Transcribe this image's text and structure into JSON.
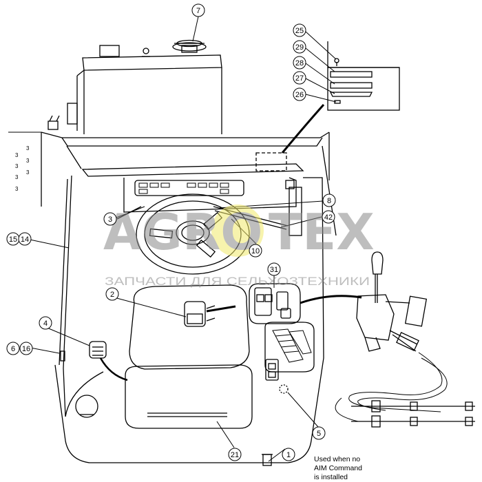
{
  "watermark": {
    "brand_left": "AGRO",
    "brand_right": "TEX",
    "tagline": "ЗАПЧАСТИ ДЛЯ СЕЛЬХОЗТЕХНИКИ"
  },
  "callouts": [
    {
      "key": "c7",
      "label": "7"
    },
    {
      "key": "c25",
      "label": "25"
    },
    {
      "key": "c29",
      "label": "29"
    },
    {
      "key": "c28",
      "label": "28"
    },
    {
      "key": "c27",
      "label": "27"
    },
    {
      "key": "c26",
      "label": "26"
    },
    {
      "key": "c8",
      "label": "8"
    },
    {
      "key": "c42",
      "label": "42"
    },
    {
      "key": "c3",
      "label": "3"
    },
    {
      "key": "c10",
      "label": "10"
    },
    {
      "key": "c15",
      "label": "15"
    },
    {
      "key": "c14",
      "label": "14"
    },
    {
      "key": "c31",
      "label": "31"
    },
    {
      "key": "c2",
      "label": "2"
    },
    {
      "key": "c4",
      "label": "4"
    },
    {
      "key": "c6",
      "label": "6"
    },
    {
      "key": "c16",
      "label": "16"
    },
    {
      "key": "c21",
      "label": "21"
    },
    {
      "key": "c1",
      "label": "1"
    },
    {
      "key": "c5",
      "label": "5"
    }
  ],
  "note": {
    "line1": "Used when no",
    "line2": "AIM Command",
    "line3": "is installed"
  },
  "side_marks": [
    "3",
    "3",
    "3",
    "3",
    "3",
    "3",
    "3"
  ],
  "colors": {
    "line": "#000000",
    "watermark_gray": "#8a8a8a",
    "watermark_yellow": "#f2ea6b",
    "paper": "#ffffff"
  }
}
